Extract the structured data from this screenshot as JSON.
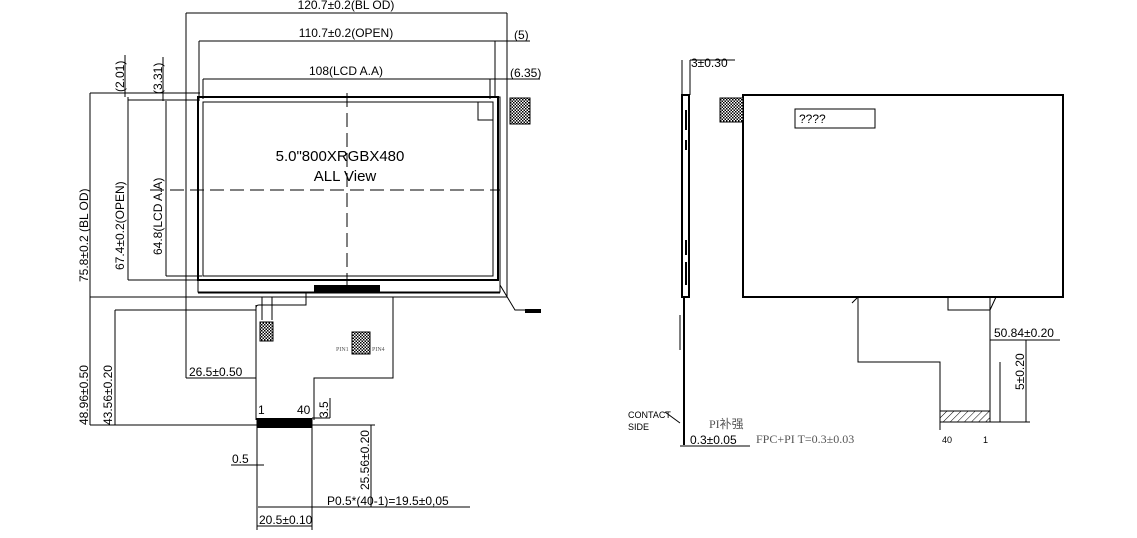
{
  "front_view": {
    "dim_bl_od_width": "120.7±0.2(BL  OD)",
    "dim_open_width": "110.7±0.2(OPEN)",
    "dim_lcd_aa_width": "108(LCD  A.A)",
    "dim_right_5": "(5)",
    "dim_right_635": "(6.35)",
    "dim_left_201": "(2.01)",
    "dim_left_331": "(3.31)",
    "dim_bl_od_height": "75.8±0.2  (BL  OD)",
    "dim_open_height": "67.4±0.2(OPEN)",
    "dim_lcd_aa_height": "64.8(LCD  A.A)",
    "panel_title": "5.0\"800XRGBX480",
    "panel_subtitle": "ALL  View",
    "dim_4896": "48.96±0.50",
    "dim_4356": "43.56±0.20",
    "dim_265": "26.5±0.50",
    "pin1": "PIN1",
    "pin4": "PIN4",
    "pin_first": "1",
    "pin_last": "40",
    "dim_35": "3.5",
    "dim_05": "0.5",
    "dim_2556": "25.56±0.20",
    "dim_pitch": "P0.5*(40-1)=19.5±0,05",
    "dim_205": "20.5±0.10"
  },
  "side_view": {
    "dim_thickness": "3±0.30",
    "contact_side": [
      "CONTACT",
      "SIDE"
    ],
    "pi_stiffener": "PI补强",
    "fpc_pi": "FPC+PI  T=0.3±0.03",
    "dim_03": "0.3±0.05"
  },
  "back_view": {
    "label_box": "????",
    "dim_5084": "50.84±0.20",
    "dim_5": "5±0.20",
    "pin_last": "40",
    "pin_first": "1"
  }
}
